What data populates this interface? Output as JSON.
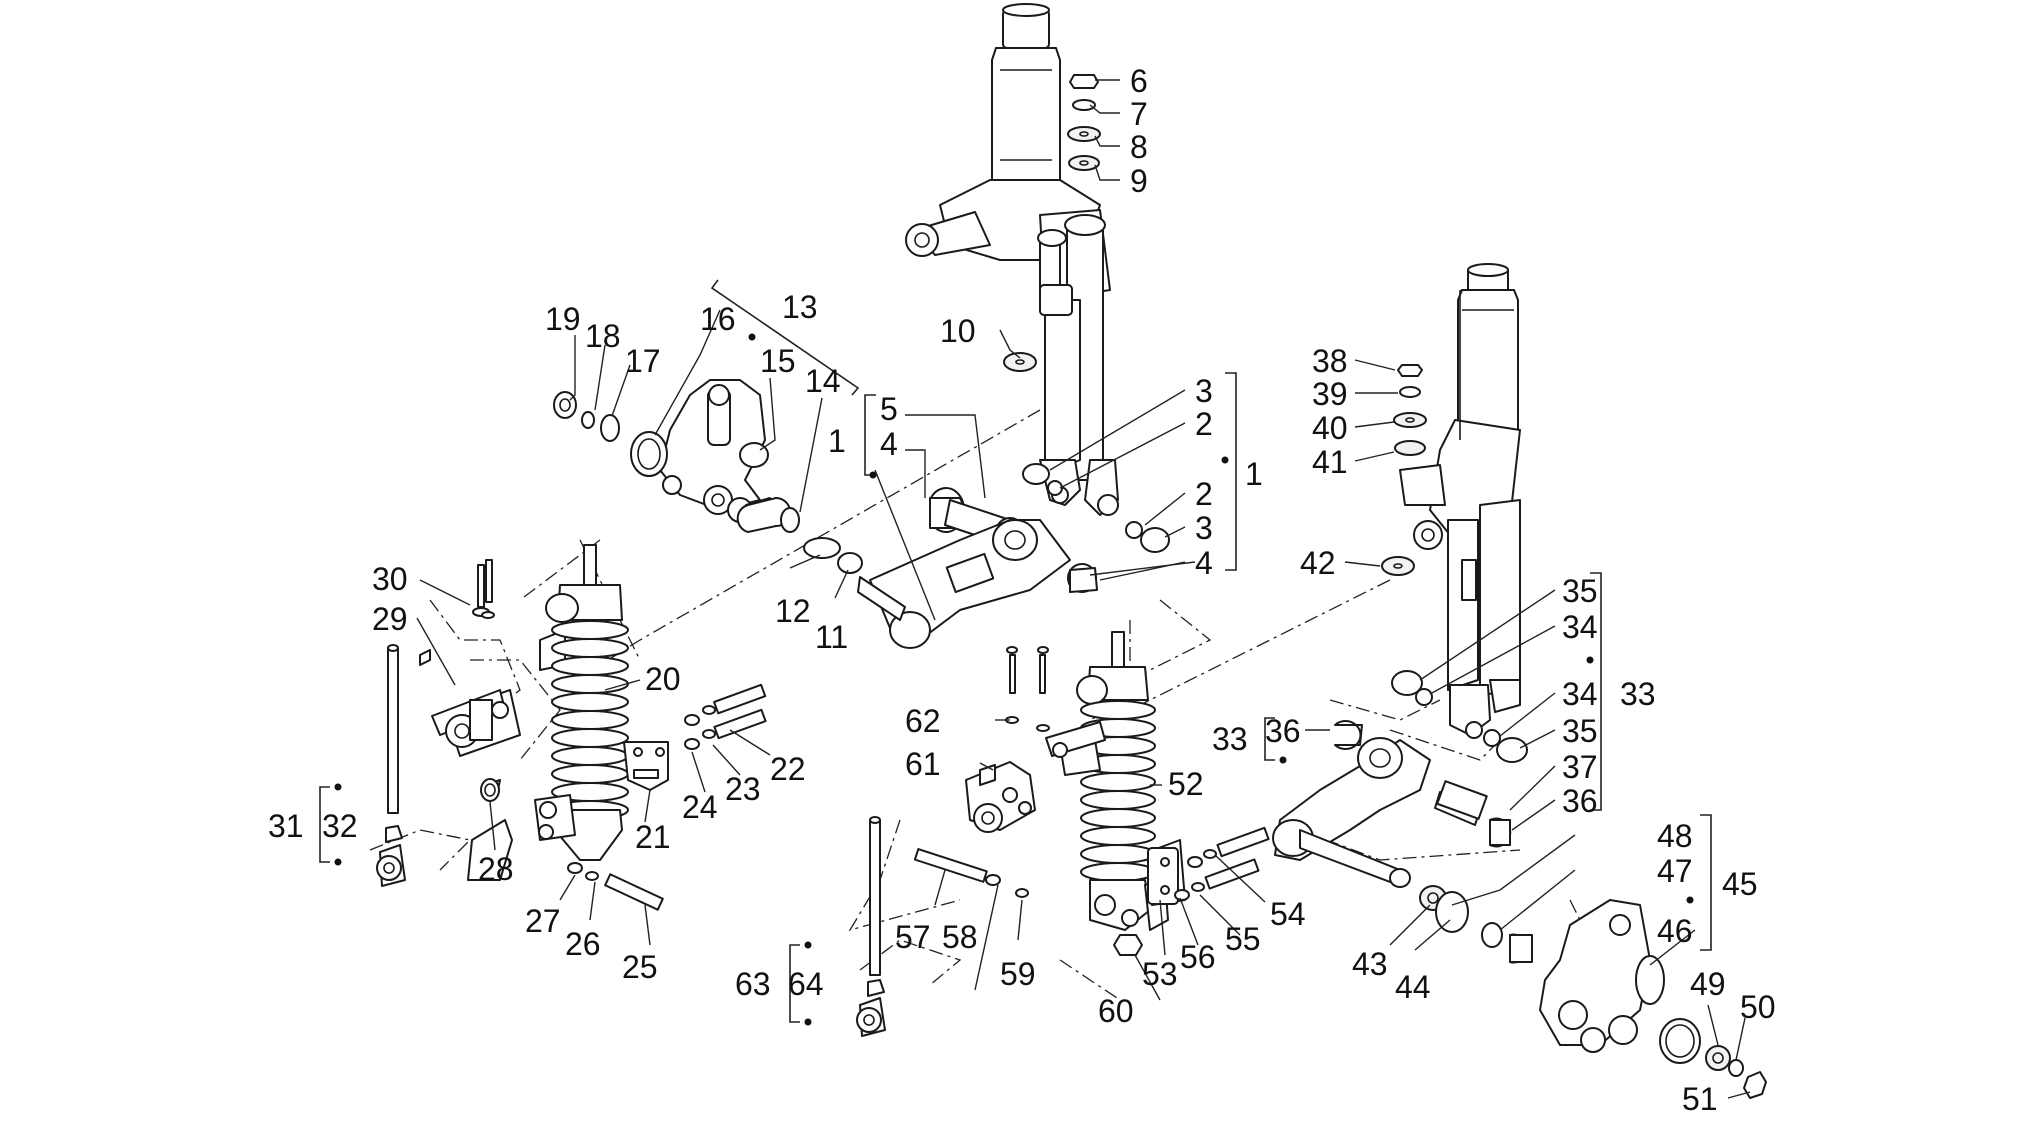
{
  "callouts": {
    "c1": "1",
    "c2": "2",
    "c3": "3",
    "c4": "4",
    "c5": "5",
    "c6": "6",
    "c7": "7",
    "c8": "8",
    "c9": "9",
    "c10": "10",
    "c11": "11",
    "c12": "12",
    "c13": "13",
    "c14": "14",
    "c15": "15",
    "c16": "16",
    "c17": "17",
    "c18": "18",
    "c19": "19",
    "c20": "20",
    "c21": "21",
    "c22": "22",
    "c23": "23",
    "c24": "24",
    "c25": "25",
    "c26": "26",
    "c27": "27",
    "c28": "28",
    "c29": "29",
    "c30": "30",
    "c31": "31",
    "c32": "32",
    "c33": "33",
    "c34": "34",
    "c35": "35",
    "c36": "36",
    "c37": "37",
    "c38": "38",
    "c39": "39",
    "c40": "40",
    "c41": "41",
    "c42": "42",
    "c43": "43",
    "c44": "44",
    "c45": "45",
    "c46": "46",
    "c47": "47",
    "c48": "48",
    "c49": "49",
    "c50": "50",
    "c51": "51",
    "c52": "52",
    "c53": "53",
    "c54": "54",
    "c55": "55",
    "c56": "56",
    "c57": "57",
    "c58": "58",
    "c59": "59",
    "c60": "60",
    "c61": "61",
    "c62": "62",
    "c63": "63",
    "c64": "64"
  }
}
